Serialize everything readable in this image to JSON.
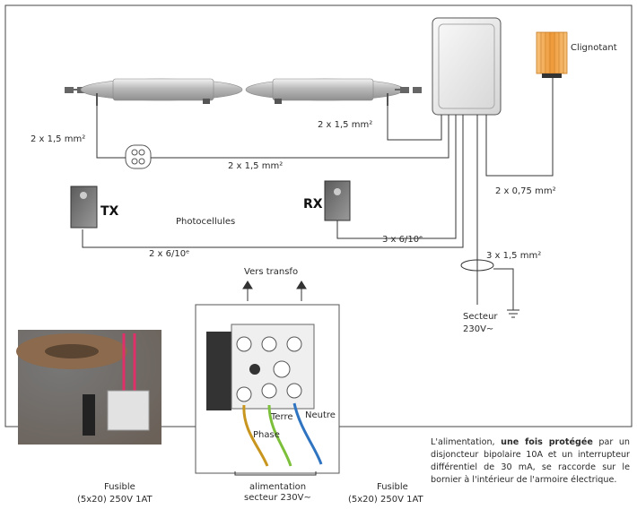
{
  "labels": {
    "clignotant": "Clignotant",
    "cable_motor_left": "2 x 1,5 mm²",
    "cable_motor_right": "2 x 1,5 mm²",
    "cable_junction": "2 x 1,5 mm²",
    "cable_flasher": "2 x 0,75 mm²",
    "tx": "TX",
    "rx": "RX",
    "photocellules": "Photocellules",
    "cable_rx": "3 x 6/10ᵉ",
    "cable_tx": "2 x 6/10ᵉ",
    "cable_secteur": "3 x 1,5 mm²",
    "secteur_line1": "Secteur",
    "secteur_line2": "230V~",
    "vers_transfo": "Vers transfo",
    "phase": "Phase",
    "terre": "Terre",
    "neutre": "Neutre",
    "alimentation_line1": "alimentation",
    "alimentation_line2": "secteur 230V~",
    "fusible_left_line1": "Fusible",
    "fusible_left_line2": "(5x20) 250V 1AT",
    "fusible_right_line1": "Fusible",
    "fusible_right_line2": "(5x20) 250V 1AT"
  },
  "note": {
    "part1": "L'alimentation, ",
    "bold": "une fois protégée",
    "part2": " par un disjoncteur bipolaire 10A et un interrupteur différentiel de 30 mA, se raccorde sur le bornier à l'intérieur de l'armoire électrique."
  },
  "colors": {
    "line": "#333333",
    "phase_wire": "#c8961e",
    "terre_wire": "#7cbf3a",
    "neutre_wire": "#2f74c0",
    "flasher": "#f0a040"
  }
}
